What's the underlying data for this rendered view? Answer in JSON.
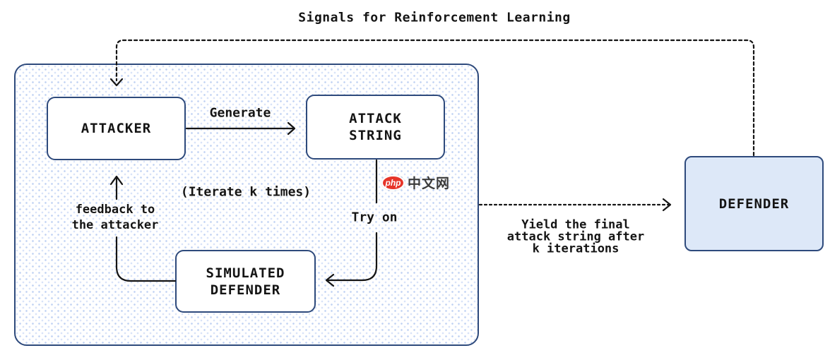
{
  "title": "Signals for Reinforcement Learning",
  "boxes": {
    "attacker": {
      "label": "ATTACKER"
    },
    "attack_string": {
      "line1": "ATTACK",
      "line2": "STRING"
    },
    "simulated_defender": {
      "line1": "SIMULATED",
      "line2": "DEFENDER"
    },
    "defender": {
      "label": "DEFENDER"
    }
  },
  "labels": {
    "generate": "Generate",
    "iterate": "(Iterate k times)",
    "try_on": "Try on",
    "feedback": {
      "line1": "feedback to",
      "line2": "the attacker"
    },
    "yield": {
      "line1": "Yield the final",
      "line2": "attack string after",
      "line3": "k iterations"
    }
  },
  "watermark": {
    "logo": "php",
    "site": "中文网"
  },
  "colors": {
    "box_border_blue": "#2e4a7c",
    "defender_fill": "#dde8f8",
    "dot_pattern_blue": "#c2d3f3",
    "line_black": "#141414",
    "watermark_red": "#e63429"
  }
}
